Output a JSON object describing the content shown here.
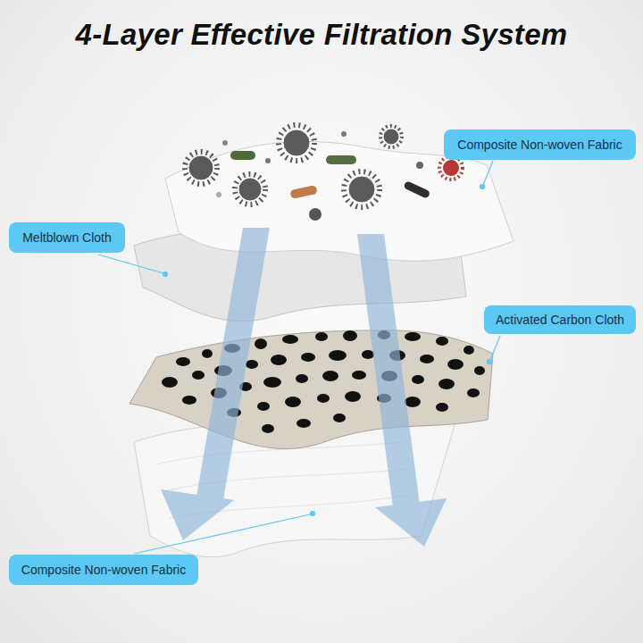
{
  "diagram": {
    "title": "4-Layer Effective Filtration System",
    "nodes": [
      {
        "text": [
          "Composite Non-woven Fabric"
        ]
      },
      {
        "text": [
          "Meltblown Cloth"
        ]
      },
      {
        "text": [
          "Activated Carbon Cloth"
        ]
      },
      {
        "text": [
          "Composite Non-woven Fabric"
        ]
      }
    ]
  }
}
